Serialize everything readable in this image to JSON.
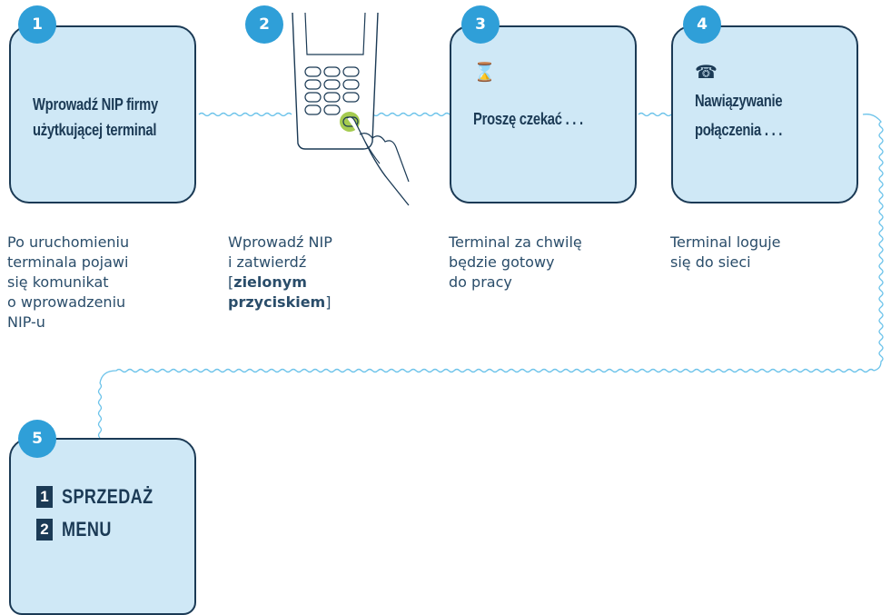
{
  "steps": [
    {
      "number": "1",
      "screen_lines": [
        "Wprowadź NIP firmy",
        "użytkującej terminal"
      ],
      "caption_lines": [
        "Po uruchomieniu",
        "terminala pojawi",
        "się komunikat",
        "o wprowadzeniu",
        "NIP-u"
      ]
    },
    {
      "number": "2",
      "caption_plain": [
        "Wprowadź NIP",
        "i zatwierdź"
      ],
      "caption_bold_open": "[",
      "caption_bold_1": "zielonym",
      "caption_bold_2": "przyciskiem",
      "caption_bold_close": "]"
    },
    {
      "number": "3",
      "icon": "hourglass-icon",
      "screen_lines": [
        "Proszę czekać . . ."
      ],
      "caption_lines": [
        "Terminal za chwilę",
        "będzie gotowy",
        "do pracy"
      ]
    },
    {
      "number": "4",
      "icon": "phone-icon",
      "screen_lines": [
        "Nawiązywanie",
        "połączenia . . ."
      ],
      "caption_lines": [
        "Terminal loguje",
        "się do sieci"
      ]
    },
    {
      "number": "5",
      "menu": [
        {
          "key": "1",
          "label": "SPRZEDAŻ"
        },
        {
          "key": "2",
          "label": "MENU"
        }
      ]
    }
  ],
  "colors": {
    "screen_fill": "#cfe8f6",
    "border": "#1b3a55",
    "badge": "#2f9fd8",
    "highlight_key": "#9bc53d"
  }
}
